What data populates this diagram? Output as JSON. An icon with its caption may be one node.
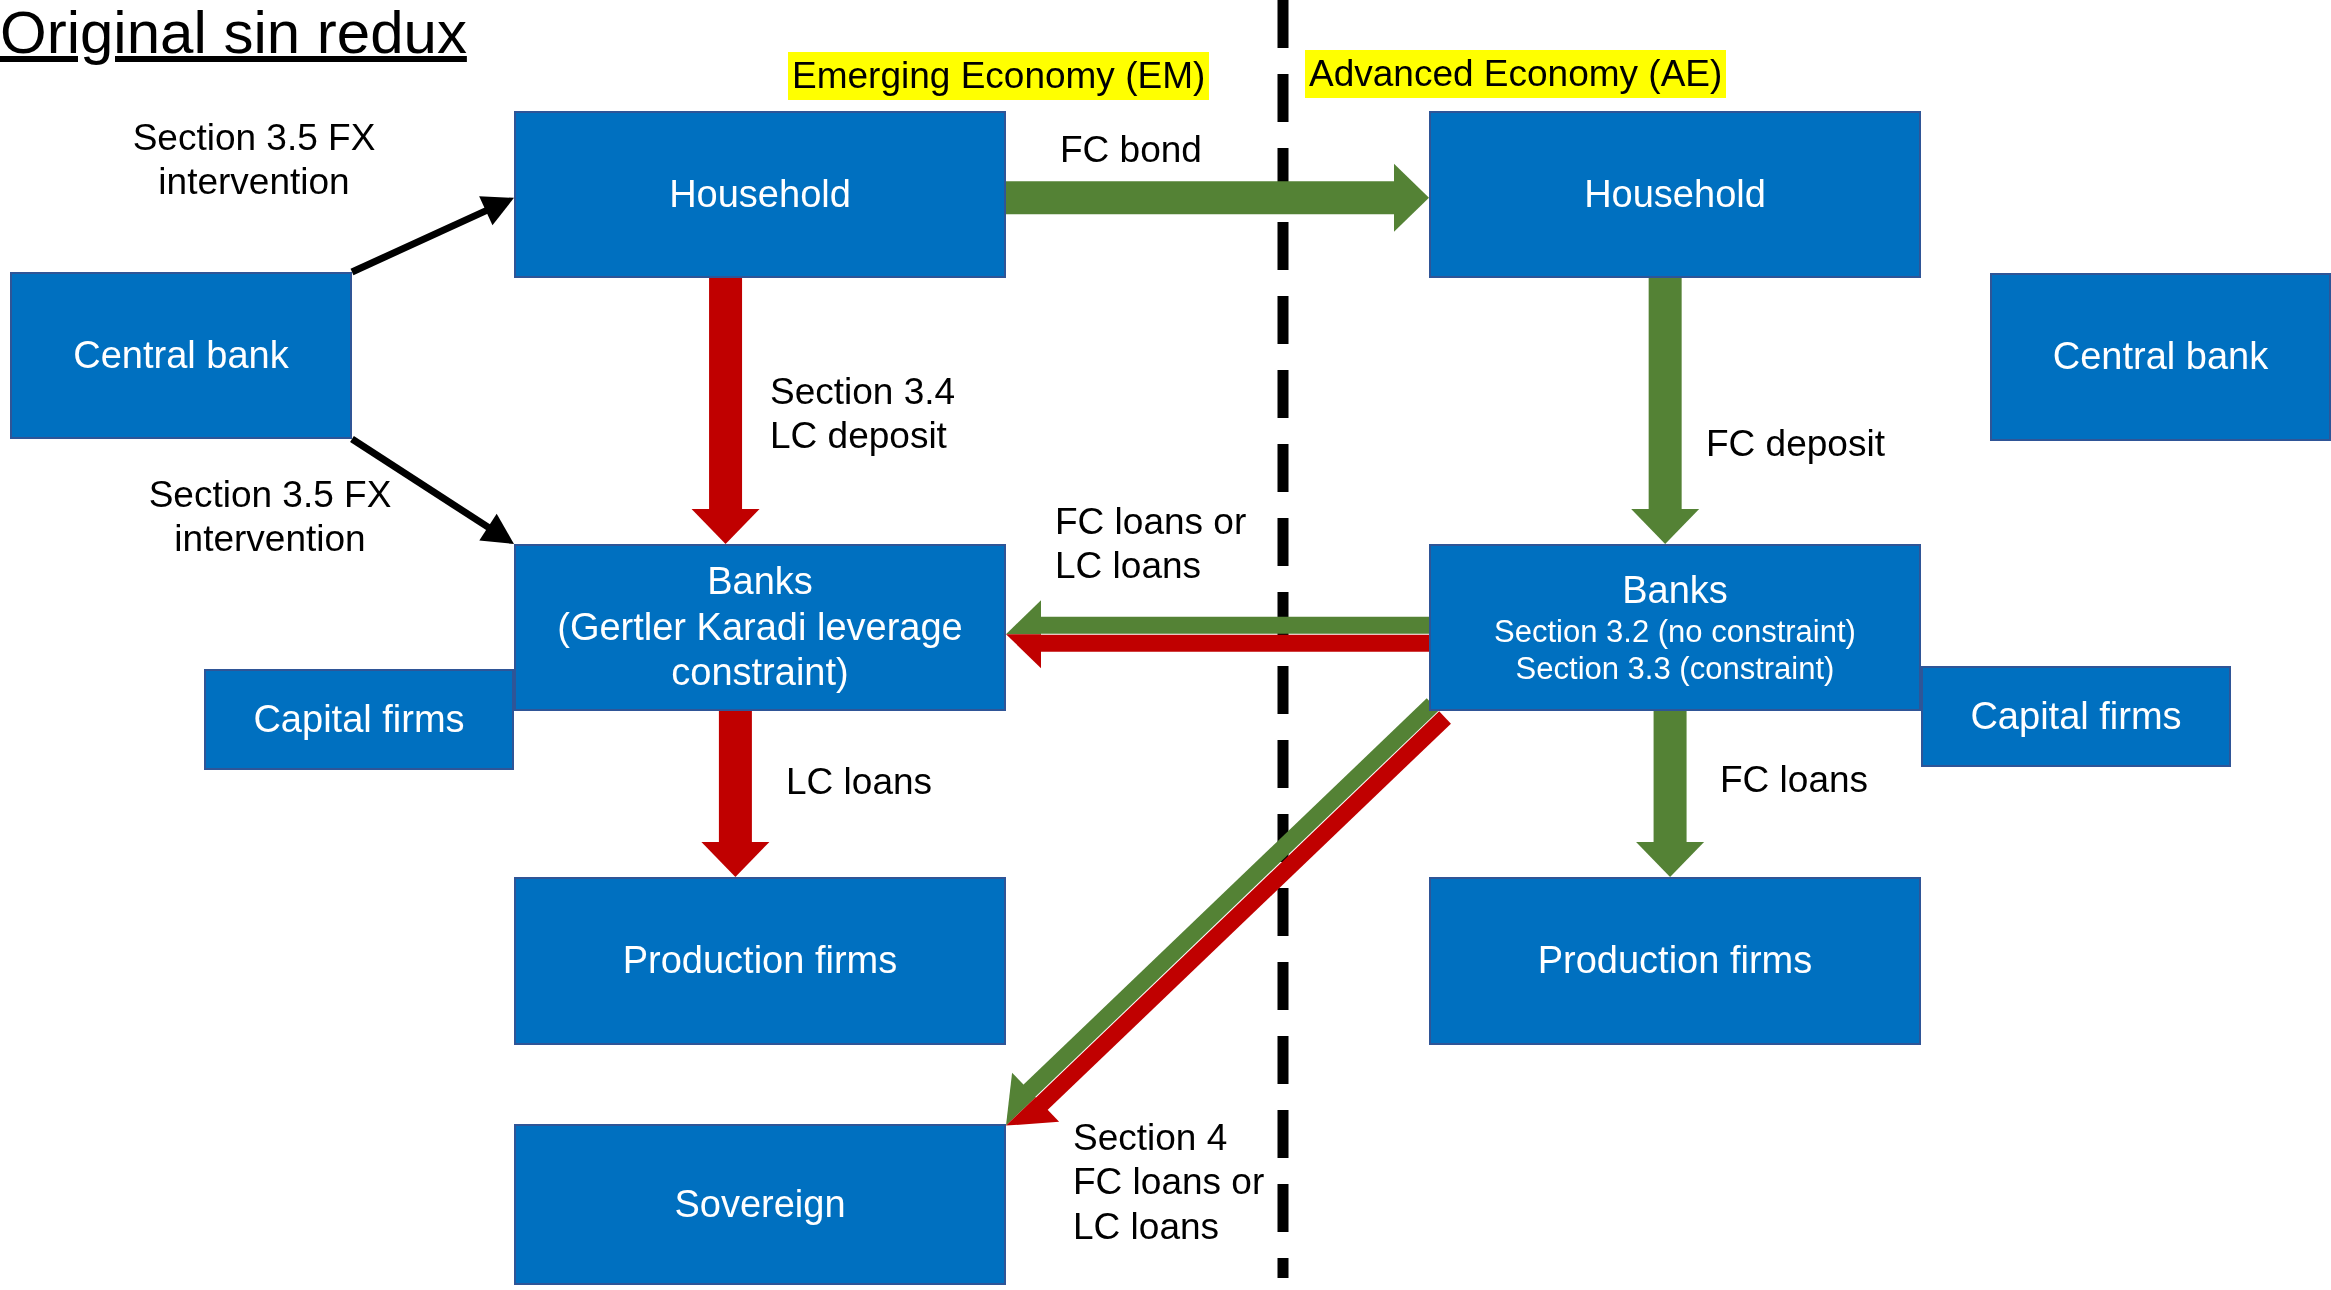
{
  "diagram": {
    "title": "Original sin redux",
    "nodes": [
      {
        "text": [
          "Central bank"
        ]
      },
      {
        "text": [
          "Household"
        ]
      },
      {
        "text": [
          "Household"
        ]
      },
      {
        "text": [
          "Central bank"
        ]
      },
      {
        "text": [
          "Banks",
          "(Gertler Karadi leverage constraint)"
        ]
      },
      {
        "text": [
          "Banks",
          "Section 3.2 (no constraint)",
          "Section 3.3 (constraint)"
        ]
      },
      {
        "text": [
          "Capital firms"
        ]
      },
      {
        "text": [
          "Capital firms"
        ]
      },
      {
        "text": [
          "Production firms"
        ]
      },
      {
        "text": [
          "Production firms"
        ]
      },
      {
        "text": [
          "Sovereign"
        ]
      }
    ],
    "edges": [
      {
        "from": 0,
        "to": 1,
        "arrow": "to",
        "label": "Section 3.5 FX intervention",
        "color": "#000000"
      },
      {
        "from": 0,
        "to": 4,
        "arrow": "to",
        "label": "Section 3.5 FX intervention",
        "color": "#000000"
      },
      {
        "from": 1,
        "to": 2,
        "arrow": "to",
        "label": "FC bond",
        "style": "thick",
        "color": "#548235"
      },
      {
        "from": 1,
        "to": 4,
        "arrow": "to",
        "label": "Section 3.4 LC deposit",
        "style": "thick",
        "color": "#c00000"
      },
      {
        "from": 2,
        "to": 5,
        "arrow": "to",
        "label": "FC deposit",
        "style": "thick",
        "color": "#548235"
      },
      {
        "from": 5,
        "to": 4,
        "arrow": "to",
        "label": "FC loans or LC loans",
        "color": "#548235"
      },
      {
        "from": 5,
        "to": 4,
        "arrow": "to",
        "color": "#c00000"
      },
      {
        "from": 4,
        "to": 8,
        "arrow": "to",
        "label": "LC loans",
        "style": "thick",
        "color": "#c00000"
      },
      {
        "from": 5,
        "to": 9,
        "arrow": "to",
        "label": "FC loans",
        "style": "thick",
        "color": "#548235"
      },
      {
        "from": 5,
        "to": 10,
        "arrow": "to",
        "label": "Section 4 FC loans or LC loans",
        "color": "#548235"
      },
      {
        "from": 5,
        "to": 10,
        "arrow": "to",
        "color": "#c00000"
      }
    ],
    "labels": [
      "Emerging Economy (EM)",
      "Advanced Economy (AE)"
    ]
  }
}
